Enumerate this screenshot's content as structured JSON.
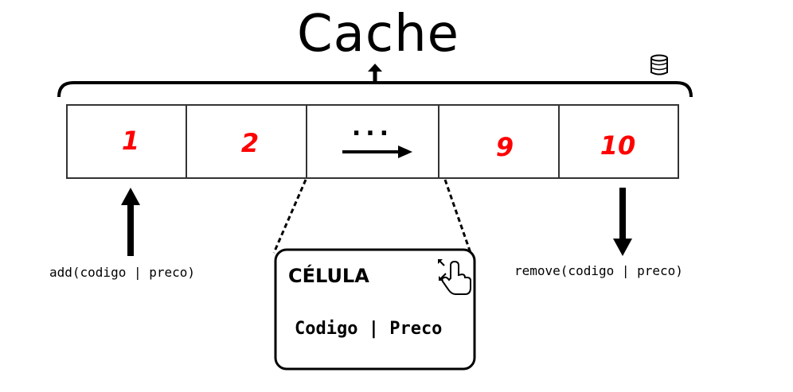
{
  "title": "Cache",
  "cells": [
    "1",
    "2",
    "...",
    "9",
    "10"
  ],
  "add_label": "add(codigo | preco)",
  "remove_label": "remove(codigo | preco)",
  "card": {
    "title": "CÉLULA",
    "fields": "Codigo | Preco"
  },
  "icons": {
    "storage": "database-icon",
    "card_action": "touch-expand-icon"
  },
  "colors": {
    "cell_number": "#ff0000",
    "stroke": "#000000"
  }
}
